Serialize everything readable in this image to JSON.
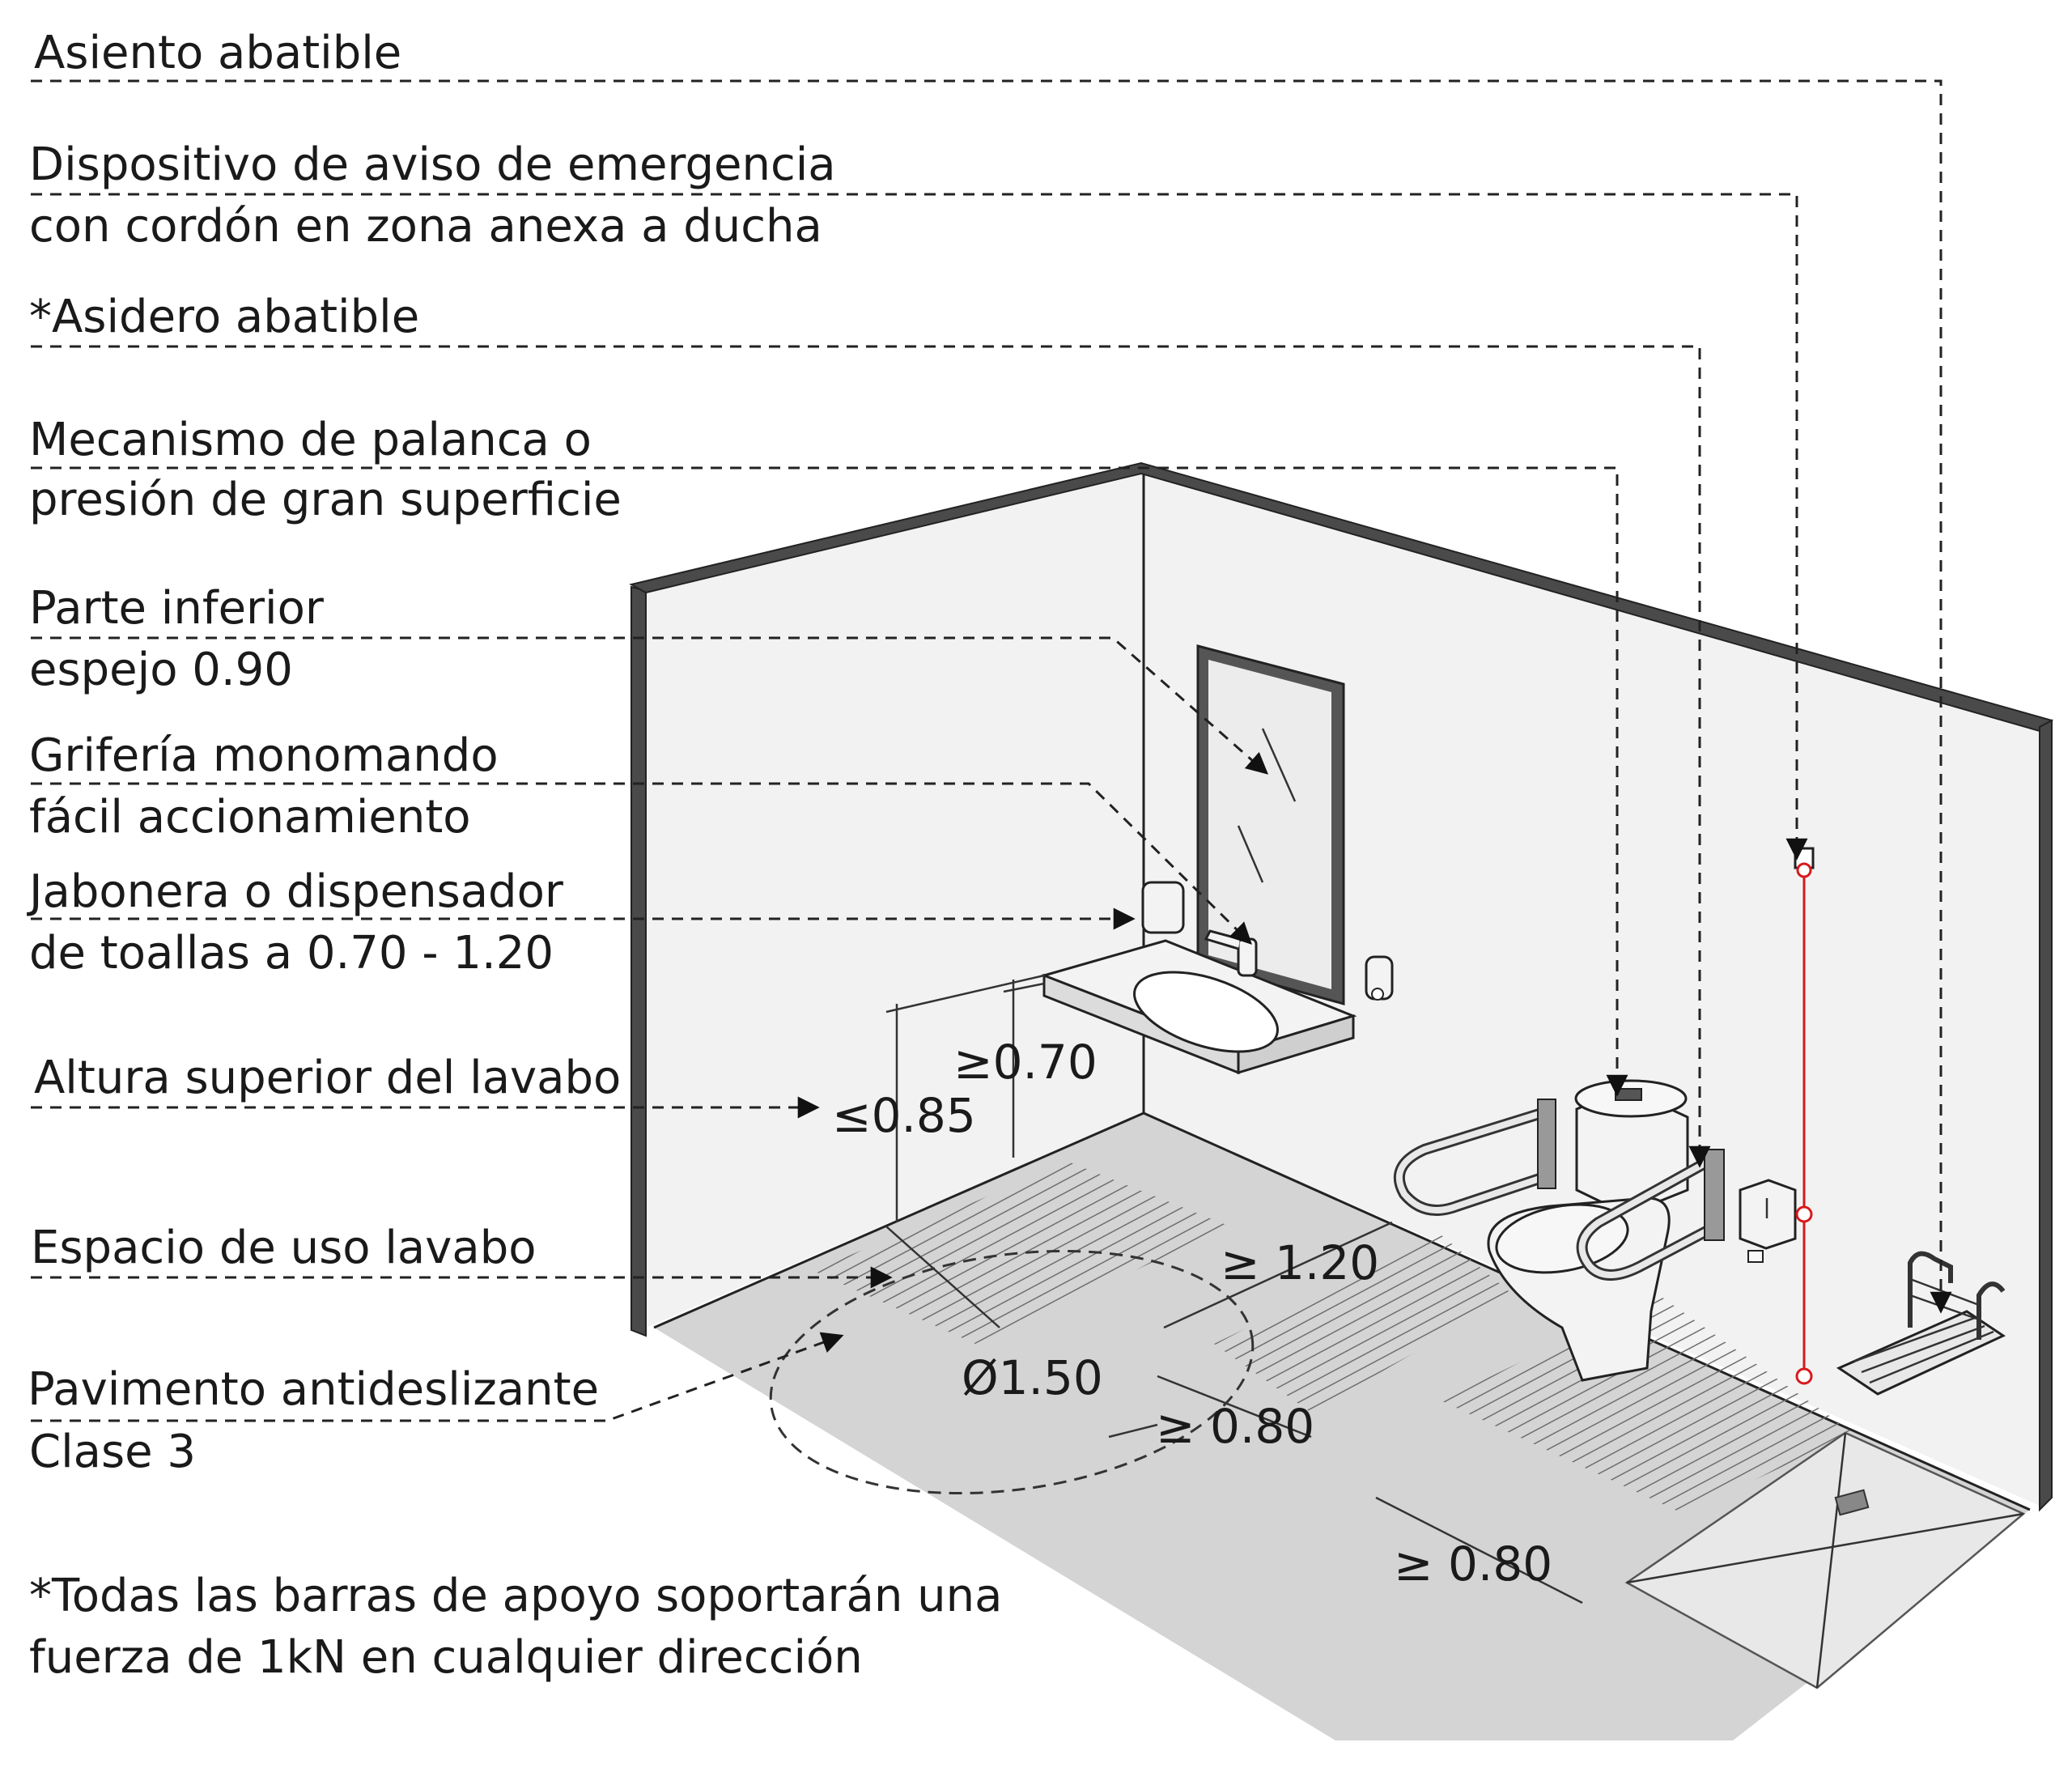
{
  "labels": {
    "asiento": "Asiento abatible",
    "dispositivo_1": "Dispositivo de aviso de emergencia",
    "dispositivo_2": "con cordón en zona anexa a ducha",
    "asidero": "*Asidero abatible",
    "mecanismo_1": "Mecanismo de palanca o",
    "mecanismo_2": "presión de gran superficie",
    "espejo_1": "Parte inferior",
    "espejo_2": "espejo 0.90",
    "griferia_1": "Grifería monomando",
    "griferia_2": "fácil accionamiento",
    "jabonera_1": "Jabonera o dispensador",
    "jabonera_2": "de toallas a 0.70 - 1.20",
    "altura_lavabo": "Altura superior del lavabo",
    "espacio_lavabo": "Espacio de uso lavabo",
    "pavimento_1": "Pavimento antideslizante",
    "pavimento_2": "Clase 3"
  },
  "dimensions": {
    "lavabo_height": "≤0.85",
    "lavabo_knee": "≥0.70",
    "turning_circle": "Ø1.50",
    "transfer_front": "≥ 1.20",
    "transfer_side": "≥ 0.80",
    "shower_side": "≥ 0.80"
  },
  "footnote": {
    "line_1": "*Todas las barras de apoyo soportarán una",
    "line_2": "fuerza de 1kN en cualquier dirección"
  },
  "colors": {
    "ink": "#1a1a1a",
    "wall_fill": "#f2f2f2",
    "floor_fill": "#d4d4d4",
    "hatch": "#777777",
    "alarm_cord": "#d7191c"
  }
}
